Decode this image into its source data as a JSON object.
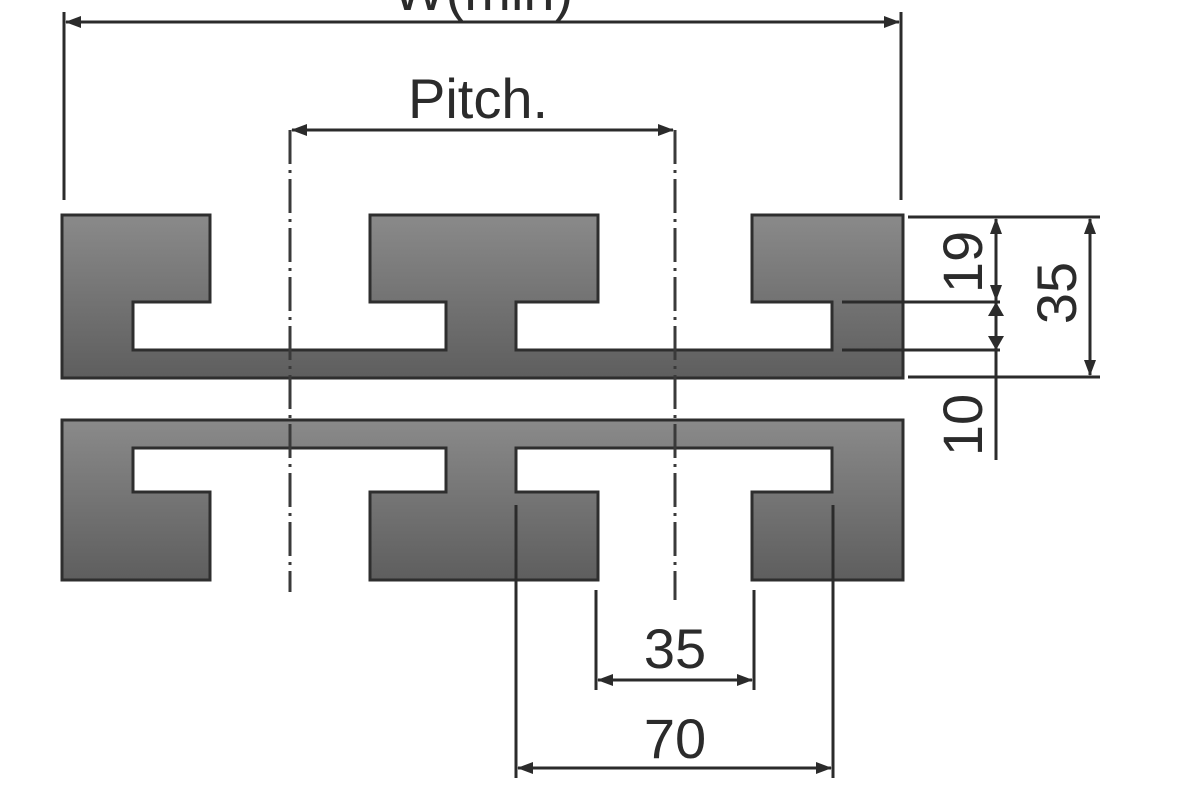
{
  "diagram": {
    "labels": {
      "width": "W(min)",
      "pitch": "Pitch.",
      "top_slot": "19",
      "total_height": "35",
      "gap": "10",
      "neck": "35",
      "head": "70"
    },
    "colors": {
      "part_fill_light": "#8a8a8a",
      "part_fill_dark": "#5a5a5a",
      "outline": "#2e2e2e",
      "line": "#2b2b2b",
      "background": "#ffffff"
    }
  }
}
